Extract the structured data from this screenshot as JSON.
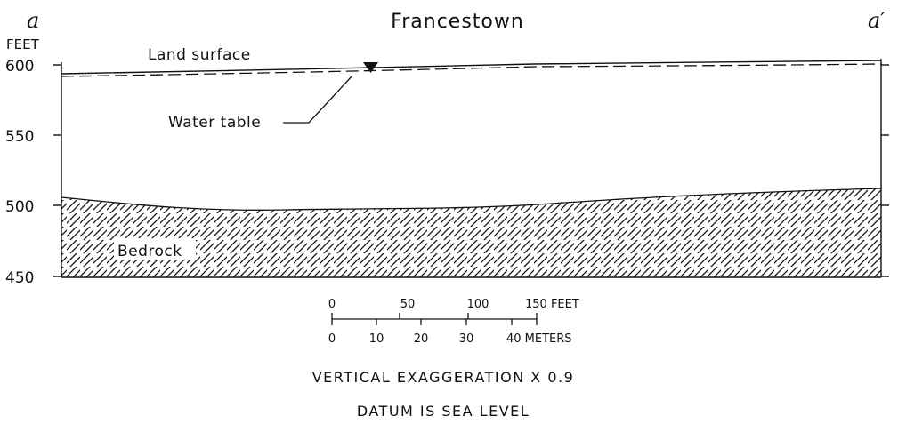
{
  "title": "Francestown",
  "end_label_left": "a",
  "end_label_right": "a′",
  "y_axis": {
    "unit": "FEET",
    "ticks": [
      "600",
      "550",
      "500",
      "450"
    ]
  },
  "layers": {
    "land_surface": "Land surface",
    "water_table": "Water table",
    "bedrock": "Bedrock"
  },
  "scale_bar": {
    "feet_ticks": [
      "0",
      "50",
      "100",
      "150 FEET"
    ],
    "meter_ticks": [
      "0",
      "10",
      "20",
      "30",
      "40 METERS"
    ]
  },
  "notes": {
    "vertical_exaggeration": "VERTICAL EXAGGERATION X 0.9",
    "datum": "DATUM IS SEA LEVEL"
  },
  "colors": {
    "ink": "#111111",
    "background": "#ffffff"
  }
}
